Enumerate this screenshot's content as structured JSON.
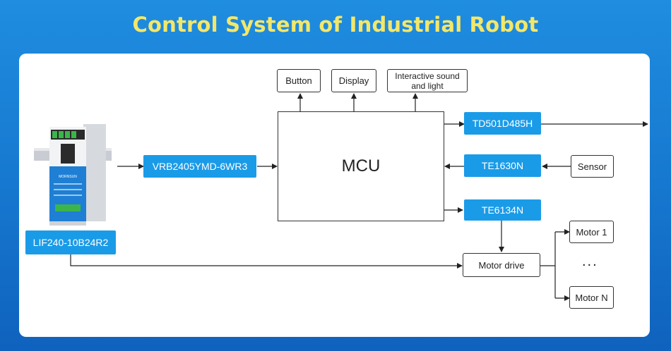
{
  "title": "Control System of Industrial Robot",
  "nodes": {
    "button": "Button",
    "display": "Display",
    "interactive": "Interactive sound and light",
    "mcu": "MCU",
    "td501": "TD501D485H",
    "te1630": "TE1630N",
    "te6134": "TE6134N",
    "sensor": "Sensor",
    "vrb": "VRB2405YMD-6WR3",
    "lif": "LIF240-10B24R2",
    "motor_drive": "Motor drive",
    "motor1": "Motor 1",
    "motorN": "Motor N",
    "dots": "..."
  },
  "psu_label": "MORNSUN",
  "colors": {
    "accent": "#1a9be8",
    "title": "#f3e76a",
    "background": "#1677cf"
  }
}
